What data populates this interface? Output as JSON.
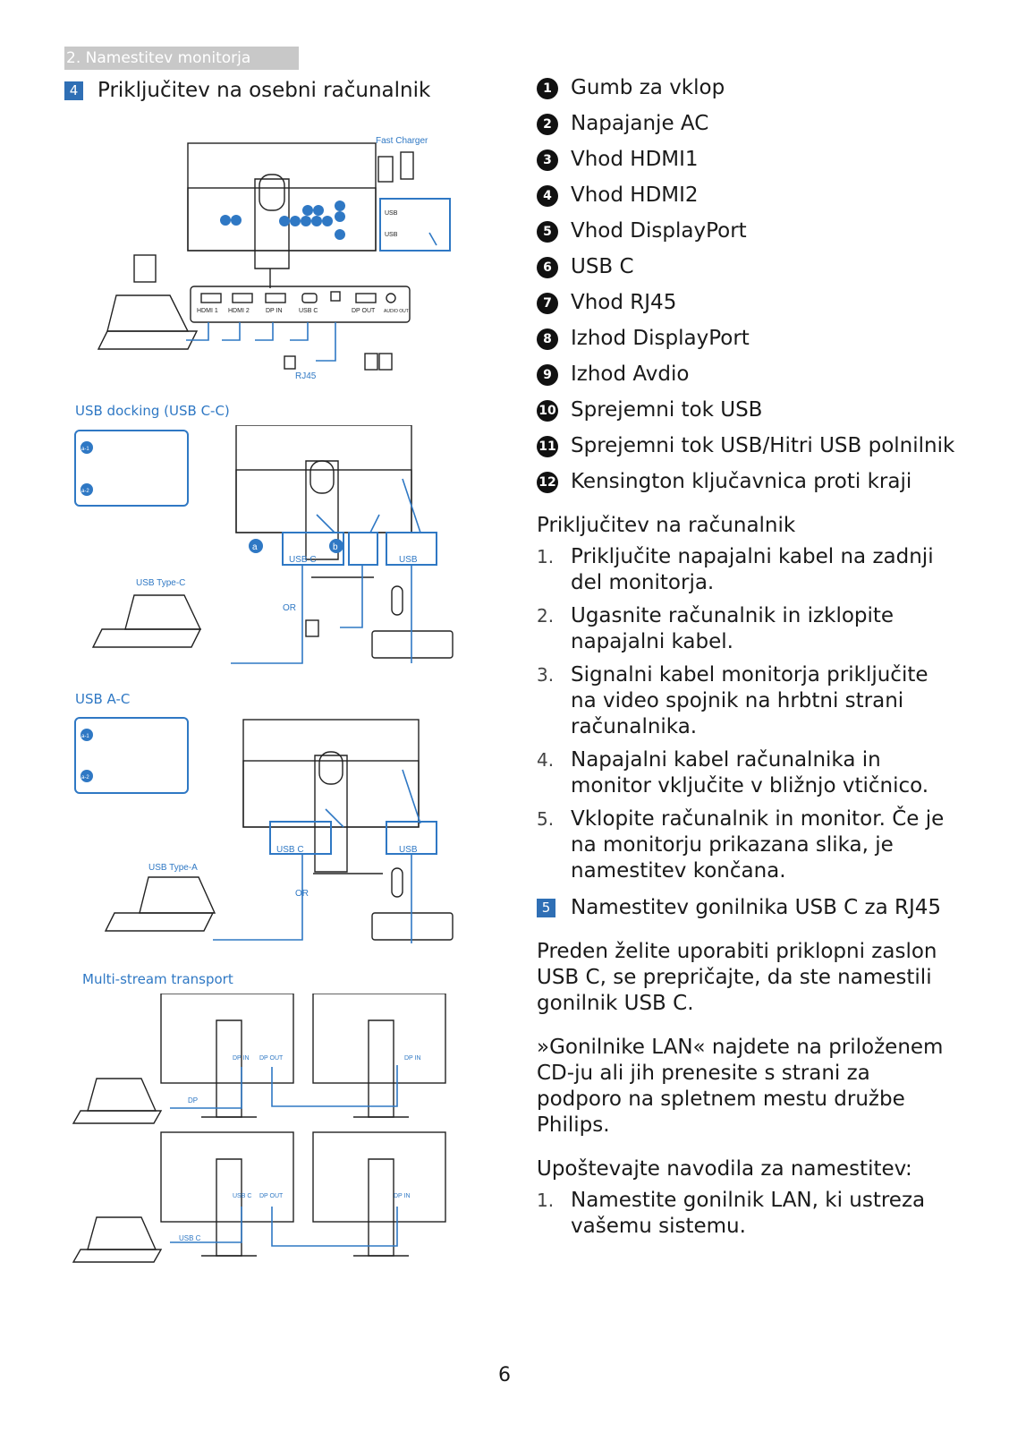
{
  "header": {
    "section": "2. Namestitev monitorja",
    "heading_num": "4",
    "heading": "Priključitev na osebni računalnik"
  },
  "diagram1": {
    "fast_charger": "Fast Charger",
    "ports": [
      "HDMI 1",
      "HDMI 2",
      "DP IN",
      "USB C",
      "DP OUT",
      "AUDIO OUT"
    ],
    "usb": "USB",
    "rj45": "RJ45"
  },
  "diagram2": {
    "title": "USB docking (USB C-C)",
    "a": "a",
    "b": "b",
    "usb_c": "USB C",
    "usb": "USB",
    "pc": "USB Type-C",
    "or": "OR",
    "a1": "a-1",
    "a2": "a-2"
  },
  "diagram3": {
    "title": "USB A-C",
    "usb_c": "USB C",
    "usb": "USB",
    "pc": "USB Type-A",
    "or": "OR",
    "a1": "a-1",
    "a2": "a-2"
  },
  "diagram4": {
    "title": "Multi-stream transport",
    "dp_in": "DP IN",
    "dp_out": "DP OUT",
    "dp": "DP",
    "usb_c": "USB C"
  },
  "ports_list": [
    {
      "num": "1",
      "label": "Gumb za vklop"
    },
    {
      "num": "2",
      "label": "Napajanje AC"
    },
    {
      "num": "3",
      "label": "Vhod HDMI1"
    },
    {
      "num": "4",
      "label": "Vhod HDMI2"
    },
    {
      "num": "5",
      "label": "Vhod DisplayPort"
    },
    {
      "num": "6",
      "label": "USB C"
    },
    {
      "num": "7",
      "label": "Vhod RJ45"
    },
    {
      "num": "8",
      "label": "Izhod DisplayPort"
    },
    {
      "num": "9",
      "label": "Izhod Avdio"
    },
    {
      "num": "10",
      "label": "Sprejemni tok USB"
    },
    {
      "num": "11",
      "label": "Sprejemni tok USB/Hitri USB polnilnik"
    },
    {
      "num": "12",
      "label": "Kensington ključavnica proti kraji"
    }
  ],
  "connect": {
    "title": "Priključitev na računalnik",
    "steps": [
      "Priključite napajalni kabel na zadnji del monitorja.",
      "Ugasnite računalnik in izklopite napajalni kabel.",
      "Signalni kabel monitorja priključite na video spojnik na hrbtni strani računalnika.",
      "Napajalni kabel računalnika in monitor vključite v bližnjo vtičnico.",
      "Vklopite računalnik in monitor. Če je na monitorju prikazana slika, je namestitev končana."
    ]
  },
  "section5": {
    "num": "5",
    "title": "Namestitev gonilnika USB C za RJ45",
    "p1": "Preden želite uporabiti priklopni zaslon USB C, se prepričajte, da ste namestili gonilnik USB C.",
    "p2": "»Gonilnike LAN« najdete na priloženem CD-ju ali jih prenesite s strani za podporo na spletnem mestu družbe Philips.",
    "p3": "Upoštevajte navodila za namestitev:",
    "step1": "Namestite gonilnik LAN, ki ustreza vašemu sistemu."
  },
  "page_number": "6"
}
